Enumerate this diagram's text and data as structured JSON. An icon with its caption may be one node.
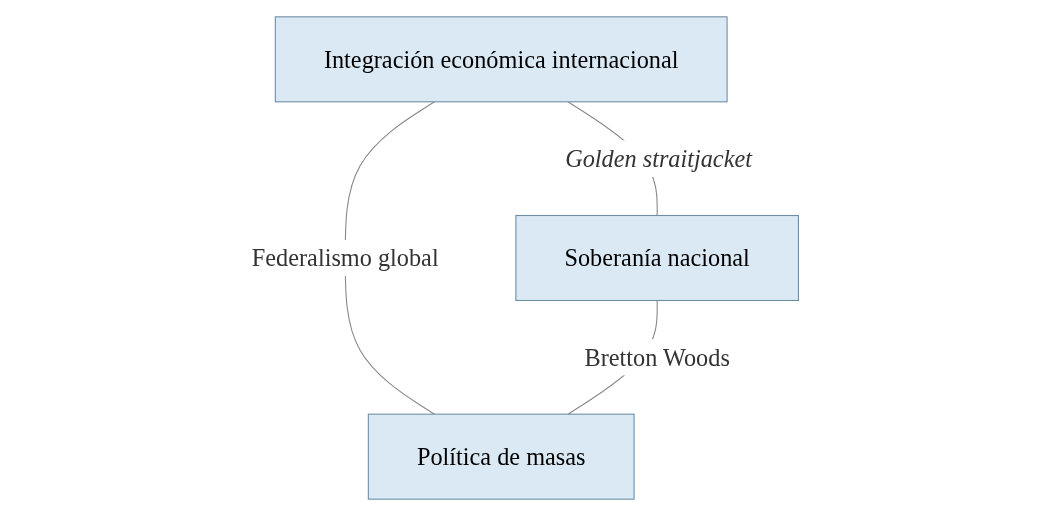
{
  "diagram": {
    "nodes": [
      {
        "text": [
          "Integración económica internacional"
        ]
      },
      {
        "text": [
          "Soberanía nacional"
        ]
      },
      {
        "text": [
          "Política de masas"
        ]
      }
    ],
    "edges": [
      {
        "from": 0,
        "to": 1,
        "arrow": "none",
        "label": "Golden straitjacket"
      },
      {
        "from": 0,
        "to": 2,
        "arrow": "none",
        "label": "Federalismo global"
      },
      {
        "from": 1,
        "to": 2,
        "arrow": "none",
        "label": "Bretton Woods"
      }
    ]
  }
}
